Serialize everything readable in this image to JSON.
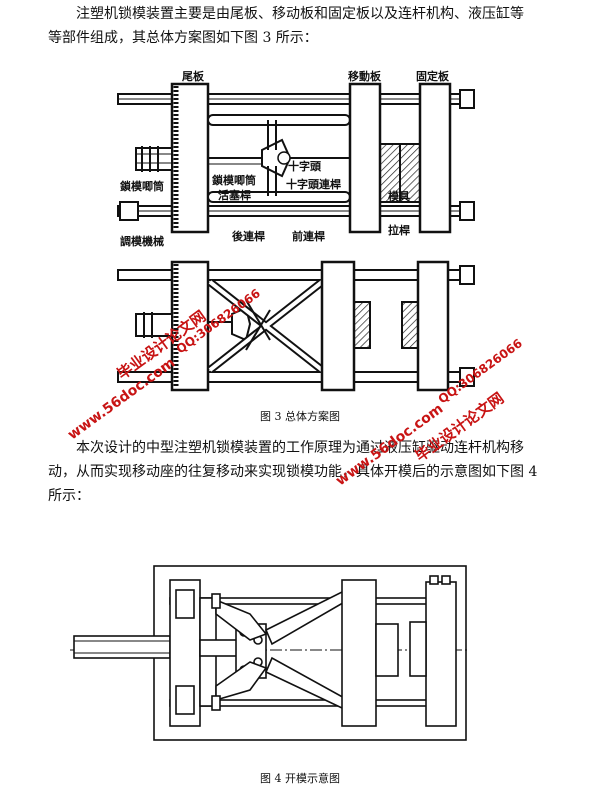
{
  "intro": {
    "line1": "注塑机锁模装置主要是由尾板、移动板和固定板以及连杆机构、液压缸等",
    "line2": "等部件组成，其总体方案图如下图 3 所示："
  },
  "figure3": {
    "labels": {
      "tail_plate": "尾板",
      "moving_plate": "移動板",
      "fixed_plate": "固定板",
      "cross_head": "十字頭",
      "lock_cylinder_1": "鎖模唧筒",
      "cross_rod": "十字頭連桿",
      "piston_rod": "活塞桿",
      "lock_cylinder_2": "鎖模唧筒",
      "mold": "模具",
      "adjust_mech": "調模機械",
      "tie_bar": "拉桿",
      "rear_link": "後連桿",
      "front_link": "前連桿"
    },
    "caption": "图 3  总体方案图"
  },
  "body": {
    "line1": "本次设计的中型注塑机锁模装置的工作原理为通过液压缸驱动连杆机构移",
    "line2": "动，从而实现移动座的往复移动来实现锁模功能，具体开模后的示意图如下图 4",
    "line3": "所示："
  },
  "figure4": {
    "caption": "图 4  开模示意图"
  },
  "watermark": {
    "site": "www.56doc.com",
    "qq": "QQ:306826066",
    "name": "毕业设计论文网"
  }
}
